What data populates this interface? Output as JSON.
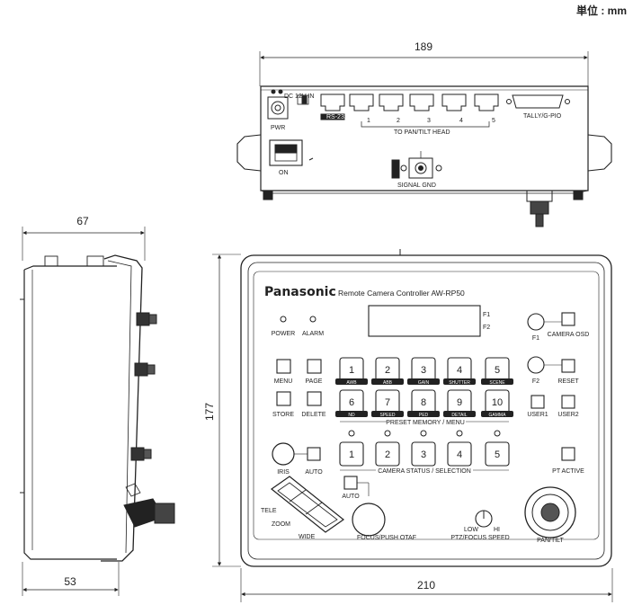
{
  "unit_label": "単位 : mm",
  "dimensions": {
    "rear_width": "189",
    "side_depth_top": "67",
    "side_depth_bottom": "53",
    "front_height": "177",
    "front_width": "210"
  },
  "rear_panel": {
    "power_label": "DC 12V IN",
    "terminal_label": "PWR",
    "ports_label": "TO PAN/TILT HEAD",
    "port_numbers": [
      "1",
      "2",
      "3",
      "4",
      "5"
    ],
    "rs232_label": "RS-232C",
    "tally_label": "TALLY/G-PIO",
    "signal_gnd_label": "SIGNAL GND",
    "switch_label": "ON"
  },
  "front_panel": {
    "brand": "Panasonic",
    "model": "Remote Camera Controller  AW-RP50",
    "display_marks": [
      "F1",
      "F2"
    ],
    "power_label": "POWER",
    "alarm_label": "ALARM",
    "camera_osd_label": "CAMERA\nOSD",
    "menu_label": "MENU",
    "page_label": "PAGE",
    "store_label": "STORE",
    "delete_label": "DELETE",
    "preset_keys": [
      "1",
      "2",
      "3",
      "4",
      "5",
      "6",
      "7",
      "8",
      "9",
      "10"
    ],
    "preset_subs": [
      "AWB",
      "ABB",
      "GAIN",
      "SHUTTER",
      "SCENE",
      "ND",
      "SPEED",
      "PED",
      "DETAIL",
      "GAMMA"
    ],
    "preset_label": "PRESET MEMORY / MENU",
    "user1_label": "USER1",
    "user2_label": "USER2",
    "f1_label": "F1",
    "f2_label": "F2",
    "reset_label": "RESET",
    "camera_keys": [
      "1",
      "2",
      "3",
      "4",
      "5"
    ],
    "camera_label": "CAMERA STATUS / SELECTION",
    "iris_label": "IRIS",
    "iris_auto_label": "AUTO",
    "pt_active_label": "PT ACTIVE",
    "focus_auto_label": "AUTO",
    "tele_label": "TELE",
    "zoom_label": "ZOOM",
    "wide_label": "WIDE",
    "focus_label": "FOCUS/PUSH OTAF",
    "speed_low": "LOW",
    "speed_hi": "HI",
    "speed_label": "PTZ/FOCUS SPEED",
    "pan_tilt_label": "PAN/TILT"
  }
}
